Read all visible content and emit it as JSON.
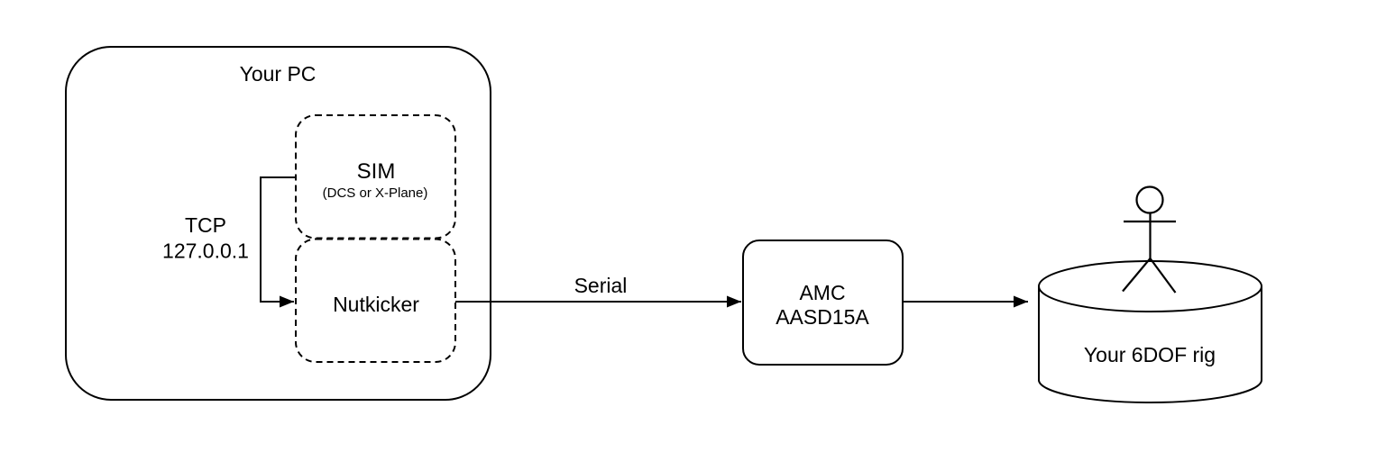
{
  "diagram": {
    "colors": {
      "background": "#ffffff",
      "stroke": "#000000",
      "text": "#000000"
    },
    "nodes": {
      "pc": {
        "label": "Your PC"
      },
      "sim": {
        "label": "SIM",
        "sublabel": "(DCS or X-Plane)"
      },
      "nutkicker": {
        "label": "Nutkicker"
      },
      "amc": {
        "line1": "AMC",
        "line2": "AASD15A"
      },
      "rig": {
        "label": "Your 6DOF rig"
      }
    },
    "connections": {
      "tcp": {
        "line1": "TCP",
        "line2": "127.0.0.1"
      },
      "serial": {
        "label": "Serial"
      }
    }
  }
}
